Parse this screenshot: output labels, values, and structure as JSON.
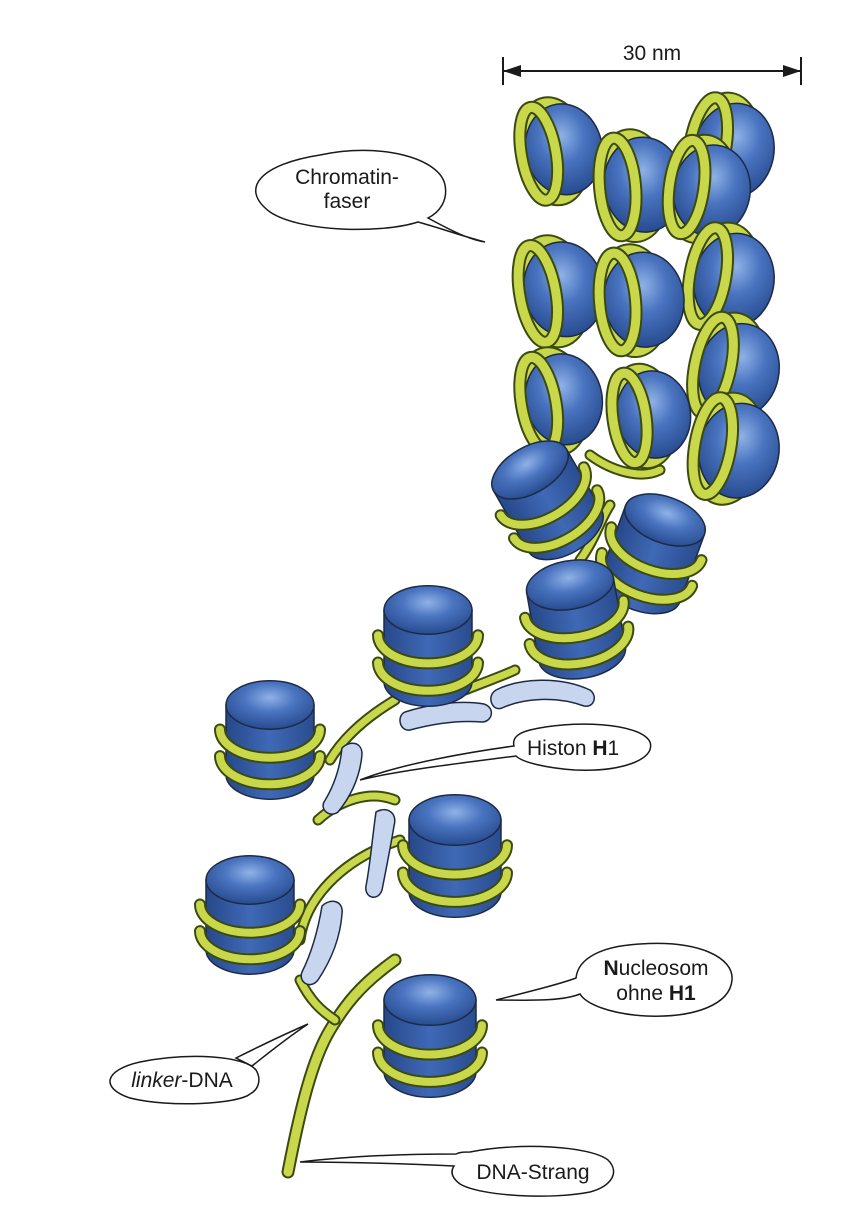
{
  "scale_bar": {
    "label": "30 nm"
  },
  "callouts": {
    "chromatin_line1": "Chromatin-",
    "chromatin_line2": "faser",
    "histon_prefix": "Histon ",
    "histon_bold": "H",
    "histon_suffix": "1",
    "nucleosom_bold": "N",
    "nucleosom_rest": "ucleosom",
    "nucleosom_line2_prefix": "ohne ",
    "nucleosom_line2_bold": "H1",
    "linker_italic": "linker",
    "linker_suffix": "-DNA",
    "dna_strang": "DNA-Strang"
  },
  "colors": {
    "histone_core": "#3b66b4",
    "histone_core_dark": "#23457f",
    "histone_highlight": "#7fa3dd",
    "dna": "#c8d84a",
    "dna_outline": "#3c4a12",
    "h1": "#c7d6ee",
    "outline": "#1d2a44"
  }
}
